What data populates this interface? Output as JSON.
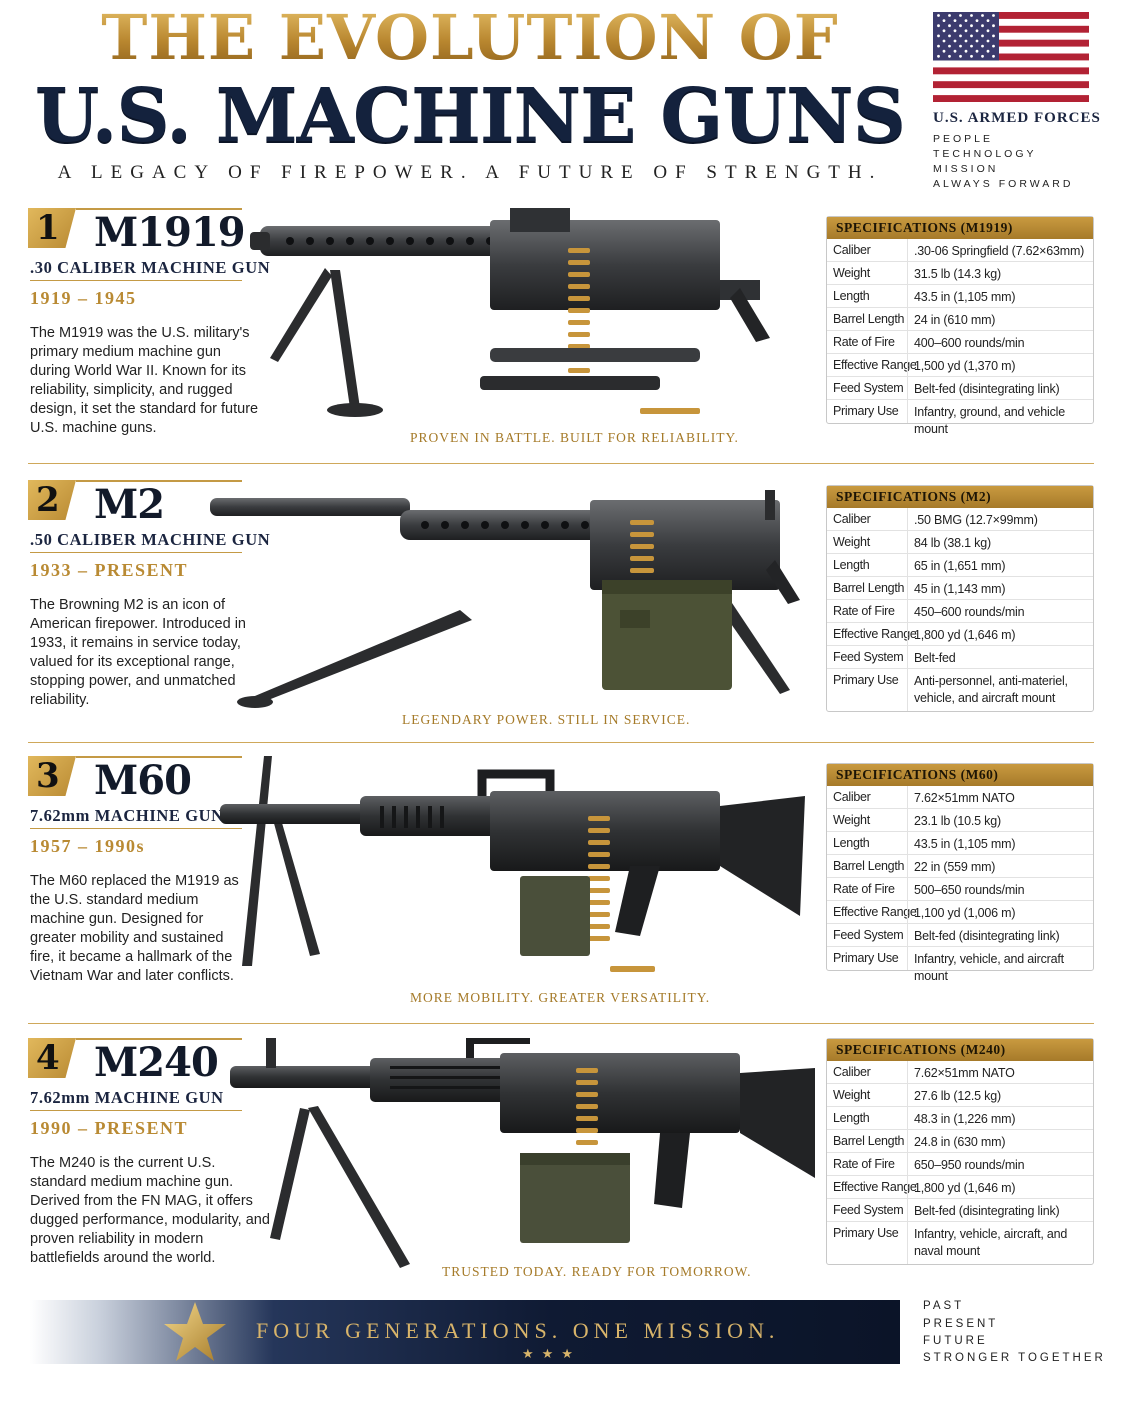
{
  "header": {
    "title_line1": "THE EVOLUTION OF",
    "title_line2": "U.S. MACHINE GUNS",
    "tagline": "A LEGACY OF FIREPOWER. A FUTURE OF STRENGTH."
  },
  "sidebar": {
    "title": "U.S. ARMED FORCES",
    "lines": [
      "PEOPLE",
      "TECHNOLOGY",
      "MISSION",
      "ALWAYS FORWARD"
    ]
  },
  "colors": {
    "gold": "#b98a33",
    "navy": "#14223d",
    "flag_red": "#b22234",
    "flag_blue": "#3c3b6e"
  },
  "sections": [
    {
      "number": "1",
      "model": "M1919",
      "type": ".30 CALIBER MACHINE GUN",
      "years": "1919 – 1945",
      "description": "The M1919 was the U.S. military's primary medium machine gun during World War II. Known for its reliability, simplicity, and rugged design, it set the standard for future U.S. machine guns.",
      "slogan": "PROVEN IN BATTLE. BUILT FOR RELIABILITY.",
      "spec_title": "SPECIFICATIONS (M1919)",
      "specs": [
        {
          "label": "Caliber",
          "value": ".30-06 Springfield (7.62×63mm)"
        },
        {
          "label": "Weight",
          "value": "31.5 lb (14.3 kg)"
        },
        {
          "label": "Length",
          "value": "43.5 in (1,105 mm)"
        },
        {
          "label": "Barrel Length",
          "value": "24 in (610 mm)"
        },
        {
          "label": "Rate of Fire",
          "value": "400–600 rounds/min"
        },
        {
          "label": "Effective Range",
          "value": "1,500 yd (1,370 m)"
        },
        {
          "label": "Feed System",
          "value": "Belt-fed (disintegrating link)"
        },
        {
          "label": "Primary Use",
          "value": "Infantry, ground, and vehicle mount"
        }
      ]
    },
    {
      "number": "2",
      "model": "M2",
      "type": ".50 CALIBER MACHINE GUN",
      "years": "1933 – PRESENT",
      "description": "The Browning M2 is an icon of American firepower. Introduced in 1933, it remains in service today, valued for its exceptional range, stopping power, and unmatched reliability.",
      "slogan": "LEGENDARY POWER. STILL IN SERVICE.",
      "spec_title": "SPECIFICATIONS (M2)",
      "specs": [
        {
          "label": "Caliber",
          "value": ".50 BMG (12.7×99mm)"
        },
        {
          "label": "Weight",
          "value": "84 lb (38.1 kg)"
        },
        {
          "label": "Length",
          "value": "65 in (1,651 mm)"
        },
        {
          "label": "Barrel Length",
          "value": "45 in (1,143 mm)"
        },
        {
          "label": "Rate of Fire",
          "value": "450–600 rounds/min"
        },
        {
          "label": "Effective Range",
          "value": "1,800 yd (1,646 m)"
        },
        {
          "label": "Feed System",
          "value": "Belt-fed"
        },
        {
          "label": "Primary Use",
          "value": "Anti-personnel, anti-materiel, vehicle, and aircraft mount"
        }
      ]
    },
    {
      "number": "3",
      "model": "M60",
      "type": "7.62mm MACHINE GUN",
      "years": "1957 – 1990s",
      "description": "The M60 replaced the M1919 as the U.S. standard medium machine gun. Designed for greater mobility and sustained fire, it became a hallmark of the Vietnam War and later conflicts.",
      "slogan": "MORE MOBILITY. GREATER VERSATILITY.",
      "spec_title": "SPECIFICATIONS (M60)",
      "specs": [
        {
          "label": "Caliber",
          "value": "7.62×51mm NATO"
        },
        {
          "label": "Weight",
          "value": "23.1 lb (10.5 kg)"
        },
        {
          "label": "Length",
          "value": "43.5 in (1,105 mm)"
        },
        {
          "label": "Barrel Length",
          "value": "22 in (559 mm)"
        },
        {
          "label": "Rate of Fire",
          "value": "500–650 rounds/min"
        },
        {
          "label": "Effective Range",
          "value": "1,100 yd (1,006 m)"
        },
        {
          "label": "Feed System",
          "value": "Belt-fed (disintegrating link)"
        },
        {
          "label": "Primary Use",
          "value": "Infantry, vehicle, and aircraft mount"
        }
      ]
    },
    {
      "number": "4",
      "model": "M240",
      "type": "7.62mm MACHINE GUN",
      "years": "1990 – PRESENT",
      "description": "The M240 is the current U.S. standard medium machine gun. Derived from the FN MAG, it offers dugged performance, modularity, and proven reliability in modern battlefields around the world.",
      "slogan": "TRUSTED TODAY. READY FOR TOMORROW.",
      "spec_title": "SPECIFICATIONS (M240)",
      "specs": [
        {
          "label": "Caliber",
          "value": "7.62×51mm NATO"
        },
        {
          "label": "Weight",
          "value": "27.6 lb (12.5 kg)"
        },
        {
          "label": "Length",
          "value": "48.3 in (1,226 mm)"
        },
        {
          "label": "Barrel Length",
          "value": "24.8 in (630 mm)"
        },
        {
          "label": "Rate of Fire",
          "value": "650–950 rounds/min"
        },
        {
          "label": "Effective Range",
          "value": "1,800 yd (1,646 m)"
        },
        {
          "label": "Feed System",
          "value": "Belt-fed (disintegrating link)"
        },
        {
          "label": "Primary Use",
          "value": "Infantry, vehicle, aircraft, and naval mount"
        }
      ]
    }
  ],
  "footer": {
    "banner_text": "FOUR GENERATIONS. ONE MISSION.",
    "banner_stars": "★★★",
    "lines": [
      "PAST",
      "PRESENT",
      "FUTURE",
      "STRONGER TOGETHER"
    ]
  }
}
